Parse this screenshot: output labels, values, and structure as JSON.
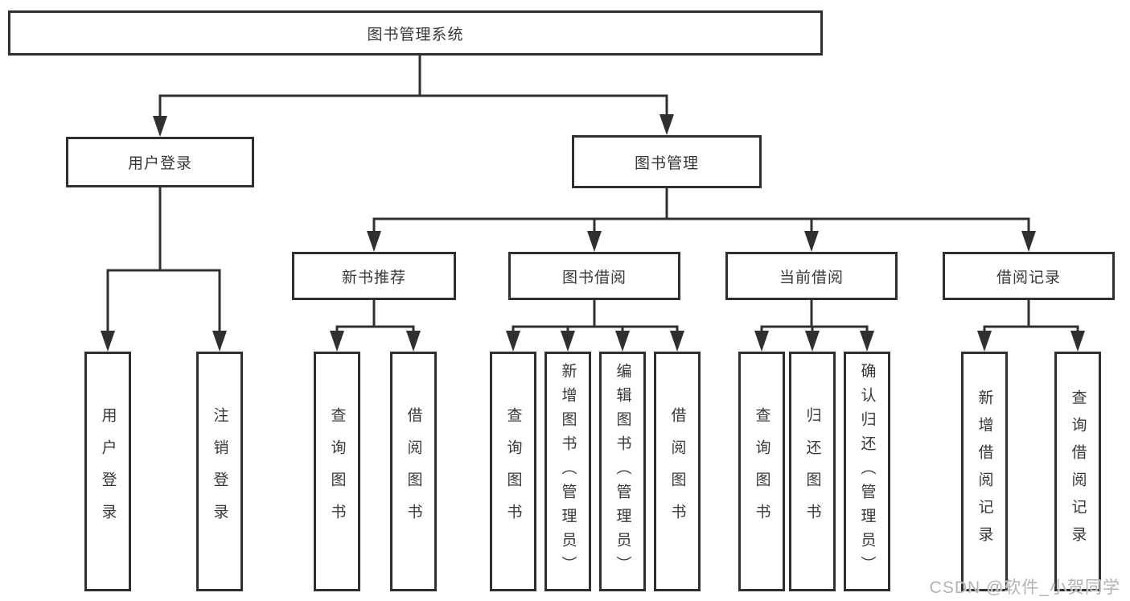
{
  "tree": {
    "root": {
      "label": "图书管理系统"
    },
    "branches": [
      {
        "label": "用户登录",
        "children": [
          {
            "label": "用户登录"
          },
          {
            "label": "注销登录"
          }
        ]
      },
      {
        "label": "图书管理",
        "groups": [
          {
            "label": "新书推荐",
            "children": [
              {
                "label": "查询图书"
              },
              {
                "label": "借阅图书"
              }
            ]
          },
          {
            "label": "图书借阅",
            "children": [
              {
                "label": "查询图书"
              },
              {
                "label": "新增图书（管理员）"
              },
              {
                "label": "编辑图书（管理员）"
              },
              {
                "label": "借阅图书"
              }
            ]
          },
          {
            "label": "当前借阅",
            "children": [
              {
                "label": "查询图书"
              },
              {
                "label": "归还图书"
              },
              {
                "label": "确认归还（管理员）"
              }
            ]
          },
          {
            "label": "借阅记录",
            "children": [
              {
                "label": "新增借阅记录"
              },
              {
                "label": "查询借阅记录"
              }
            ]
          }
        ]
      }
    ]
  },
  "watermark": "CSDN @软件_小贺同学",
  "colors": {
    "line": "#303030",
    "box_border": "#303030",
    "text": "#383838",
    "watermark": "#b3b3b3",
    "background": "#ffffff"
  }
}
